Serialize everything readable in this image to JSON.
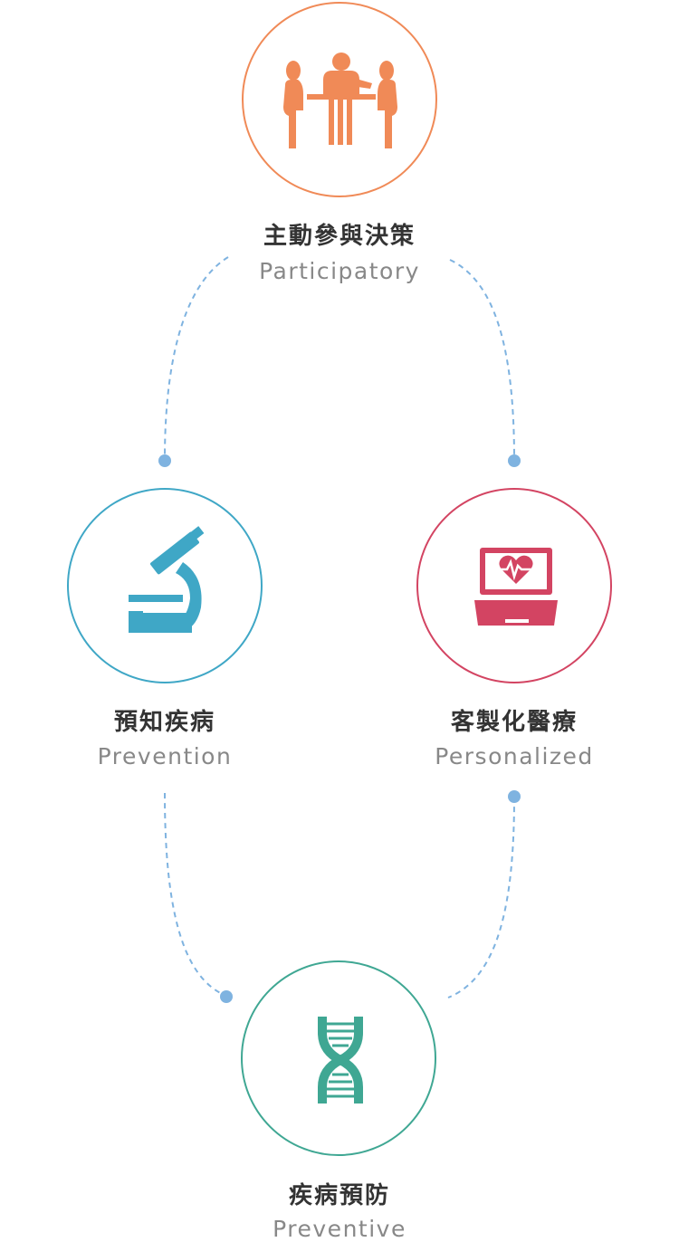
{
  "colors": {
    "participatory": "#F08A57",
    "prevention": "#3FA7C6",
    "personalized": "#D34462",
    "preventive": "#3FA793",
    "connector": "#7FB3E0"
  },
  "nodes": {
    "participatory": {
      "title_zh": "主動參與決策",
      "title_en": "Participatory",
      "icon": "meeting-icon"
    },
    "prevention": {
      "title_zh": "預知疾病",
      "title_en": "Prevention",
      "icon": "microscope-icon"
    },
    "personalized": {
      "title_zh": "客製化醫療",
      "title_en": "Personalized",
      "icon": "laptop-heart-icon"
    },
    "preventive": {
      "title_zh": "疾病預防",
      "title_en": "Preventive",
      "icon": "dna-icon"
    }
  }
}
